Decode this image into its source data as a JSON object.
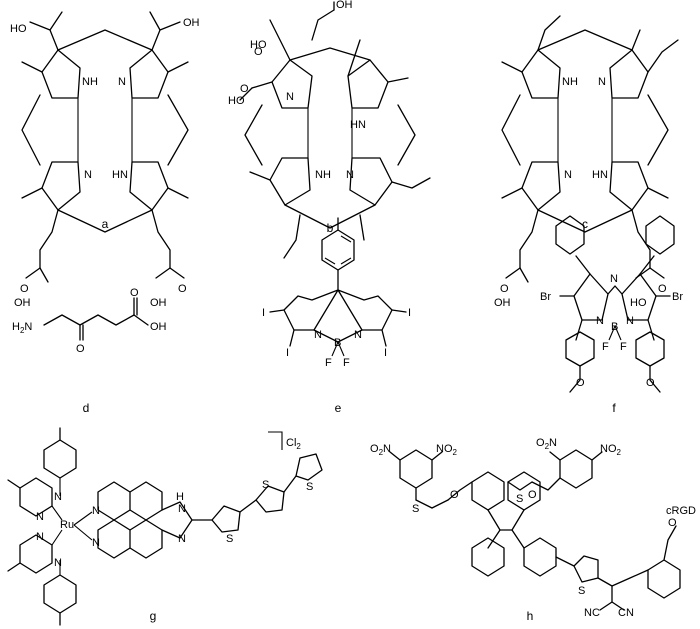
{
  "labels": {
    "a": "a",
    "b": "b",
    "c": "c",
    "d": "d",
    "e": "e",
    "f": "f",
    "g": "g",
    "h": "h"
  },
  "atoms": {
    "oh": "OH",
    "ho": "HO",
    "nh": "NH",
    "hn": "HN",
    "n": "N",
    "o": "O",
    "h2n": "H",
    "h2n_sub": "2",
    "h2n_n": "N",
    "i": "I",
    "b": "B",
    "f": "F",
    "br": "Br",
    "ru": "Ru",
    "s": "S",
    "h": "H",
    "no2": "NO",
    "no2_sub": "2",
    "o2n": "O",
    "o2n_sub": "2",
    "o2n_n": "N",
    "cn": "CN",
    "nc": "NC",
    "crgd": "cRGD",
    "cl": "Cl",
    "cl_sub": "2"
  }
}
